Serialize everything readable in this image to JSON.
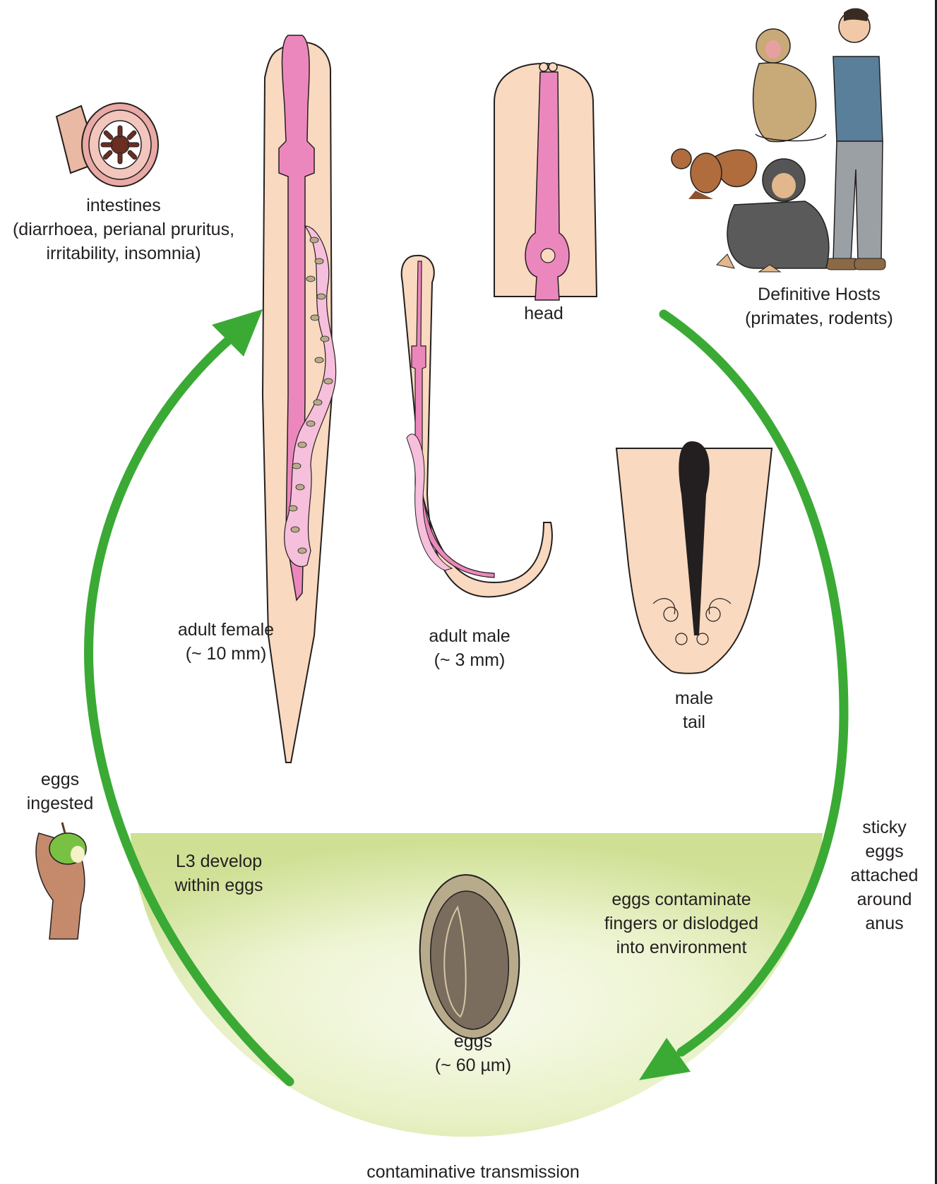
{
  "labels": {
    "intestines": {
      "title": "intestines",
      "line1": "(diarrhoea, perianal pruritus,",
      "line2": "irritability, insomnia)"
    },
    "hosts": {
      "title": "Definitive Hosts",
      "sub": "(primates, rodents)"
    },
    "head": "head",
    "adult_female": {
      "line1": "adult female",
      "line2": "(~ 10 mm)"
    },
    "adult_male": {
      "line1": "adult male",
      "line2": "(~ 3 mm)"
    },
    "male_tail": {
      "line1": "male",
      "line2": "tail"
    },
    "eggs_ingested": {
      "line1": "eggs",
      "line2": "ingested"
    },
    "l3_develop": {
      "line1": "L3 develop",
      "line2": "within eggs"
    },
    "eggs_contaminate": {
      "line1": "eggs contaminate",
      "line2": "fingers or dislodged",
      "line3": "into environment"
    },
    "sticky_eggs": {
      "line1": "sticky",
      "line2": "eggs",
      "line3": "attached",
      "line4": "around",
      "line5": "anus"
    },
    "eggs": {
      "line1": "eggs",
      "line2": "(~ 60 µm)"
    },
    "bottom": "contaminative transmission"
  },
  "colors": {
    "arrow_green": "#3aaa35",
    "worm_skin": "#f9d9bf",
    "worm_pink": "#ec87bd",
    "egg_fill": "#b8ab8b",
    "zone_green": "#c9dc87"
  }
}
